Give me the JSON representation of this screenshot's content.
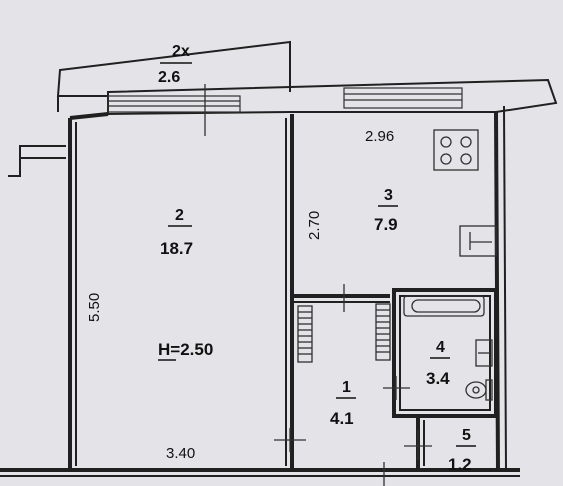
{
  "plan": {
    "balcony": {
      "label": "2x",
      "area": "2.6"
    },
    "rooms": [
      {
        "number": "2",
        "area": "18.7",
        "height": "H=2.50"
      },
      {
        "number": "3",
        "area": "7.9"
      },
      {
        "number": "1",
        "area": "4.1"
      },
      {
        "number": "4",
        "area": "3.4"
      },
      {
        "number": "5",
        "area": "1.2"
      }
    ],
    "dimensions": {
      "room2_length": "5.50",
      "room2_width": "3.40",
      "kitchen_width": "2.96",
      "kitchen_length": "2.70"
    }
  }
}
